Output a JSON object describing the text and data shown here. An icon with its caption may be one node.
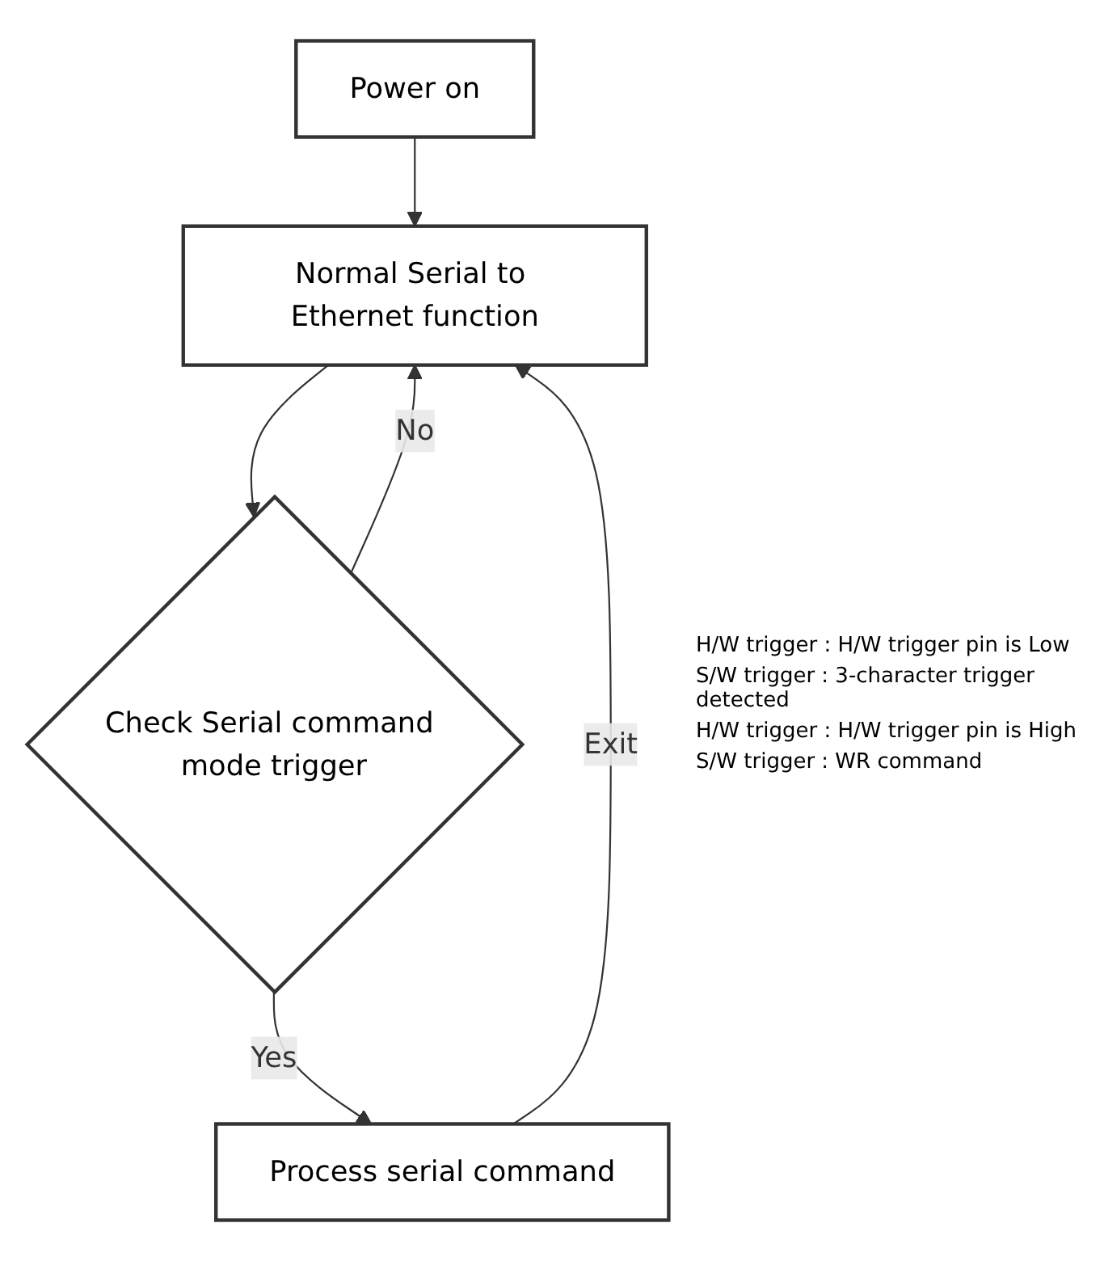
{
  "diagram": {
    "nodes": [
      {
        "text": [
          "Power on"
        ]
      },
      {
        "text": [
          "Normal Serial to Ethernet function"
        ]
      },
      {
        "text": [
          "Check Serial command mode trigger"
        ]
      },
      {
        "text": [
          "Process serial command"
        ]
      }
    ],
    "edges": [
      {
        "from": 0,
        "to": 1,
        "arrow": "to"
      },
      {
        "from": 1,
        "to": 2,
        "arrow": "to"
      },
      {
        "from": 2,
        "to": 1,
        "arrow": "to",
        "label": "No"
      },
      {
        "from": 2,
        "to": 3,
        "arrow": "to",
        "label": "Yes"
      },
      {
        "from": 3,
        "to": 1,
        "arrow": "to",
        "label": "Exit"
      }
    ],
    "labels": [
      "H/W trigger : H/W trigger pin is Low",
      "S/W trigger : 3-character trigger detected",
      "H/W trigger : H/W trigger pin is High",
      "S/W trigger : WR command"
    ]
  }
}
